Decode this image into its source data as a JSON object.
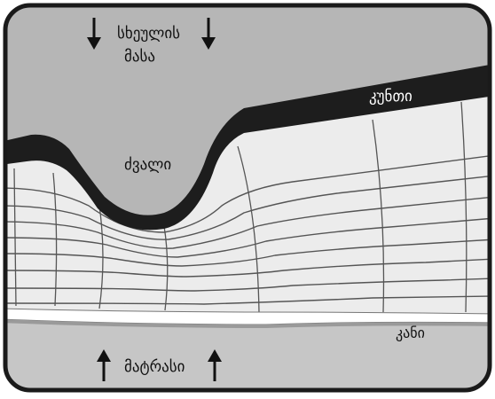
{
  "labels": {
    "body_mass": "სხეულის\nმასა",
    "body_mass_line1": "სხეულის",
    "body_mass_line2": "მასა",
    "muscle": "კუნთი",
    "bone": "ძვალი",
    "skin": "კანი",
    "mattress": "მატრასი"
  },
  "arrows": {
    "top_left": "down-arrow",
    "top_right": "down-arrow",
    "bottom_left": "up-arrow",
    "bottom_right": "up-arrow"
  },
  "colors": {
    "frame_border": "#1a1a1a",
    "top_region": "#b4b4b4",
    "muscle_band": "#1c1c1c",
    "tissue": "#ededed",
    "tissue_lines": "#4a4a4a",
    "skin": "#ffffff",
    "mattress": "#c8c8c8"
  }
}
